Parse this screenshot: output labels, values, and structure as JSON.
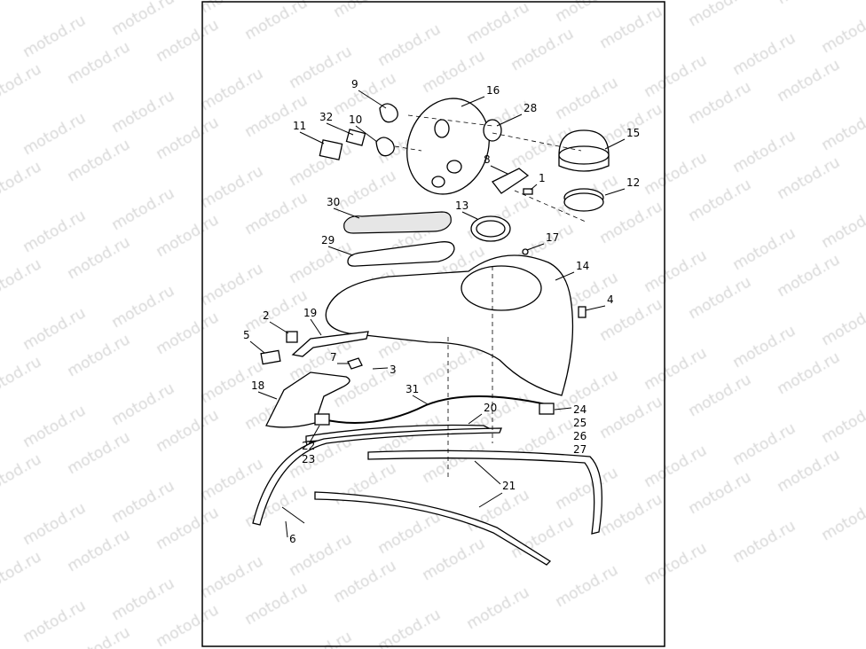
{
  "watermark": "motod.ru",
  "callouts": [
    "9",
    "16",
    "28",
    "32",
    "10",
    "11",
    "15",
    "8",
    "1",
    "12",
    "30",
    "13",
    "17",
    "29",
    "14",
    "4",
    "2",
    "19",
    "5",
    "7",
    "3",
    "18",
    "31",
    "20",
    "24",
    "25",
    "26",
    "27",
    "22",
    "23",
    "21",
    "6"
  ]
}
